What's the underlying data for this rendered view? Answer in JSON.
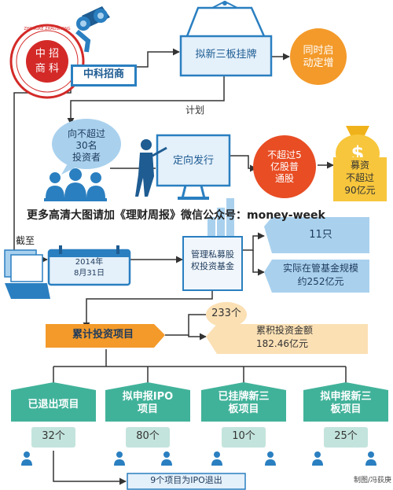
{
  "colors": {
    "blue": "#2a7fc0",
    "dark_blue": "#1e5c92",
    "light_blue": "#a9d1ee",
    "pale_blue": "#e4f0fa",
    "orange": "#f39a2a",
    "yellow": "#f7c63c",
    "green": "#41b29a",
    "seal_red": "#d32a28"
  },
  "company": {
    "name": "中科招商",
    "logo_text": "中科招商 ZHONGKE ZHAOSHANG"
  },
  "listing": {
    "plan": "拟新三板挂牌",
    "simultaneous": [
      "同时启",
      "动定增"
    ]
  },
  "plan_label": "计划",
  "issuance": {
    "investors": [
      "向不超过",
      "30名",
      "投资者"
    ],
    "method": "定向发行",
    "shares": [
      "不超过5",
      "亿股普",
      "通股"
    ],
    "raise": [
      "募资",
      "不超过",
      "90亿元"
    ]
  },
  "watermark": "更多高清大图请加《理财周报》微信公众号：money-week",
  "cutoff": {
    "label": "截至",
    "date": [
      "2014年",
      "8月31日"
    ]
  },
  "funds": {
    "title": [
      "管理私募股",
      "权投资基金"
    ],
    "count": "11只",
    "scale": [
      "实际在管基金规模",
      "约252亿元"
    ]
  },
  "projects": {
    "title": "累计投资项目",
    "total": "233个",
    "amount": [
      "累积投资金额",
      "182.46亿元"
    ],
    "categories": [
      {
        "name": [
          "已退出项目"
        ],
        "count": "32个"
      },
      {
        "name": [
          "拟申报IPO",
          "项目"
        ],
        "count": "80个"
      },
      {
        "name": [
          "已挂牌新三",
          "板项目"
        ],
        "count": "10个"
      },
      {
        "name": [
          "拟申报新三",
          "板项目"
        ],
        "count": "25个"
      }
    ],
    "ipo_exit": "9个项目为IPO退出"
  },
  "credit": "制图/冯荻庚"
}
